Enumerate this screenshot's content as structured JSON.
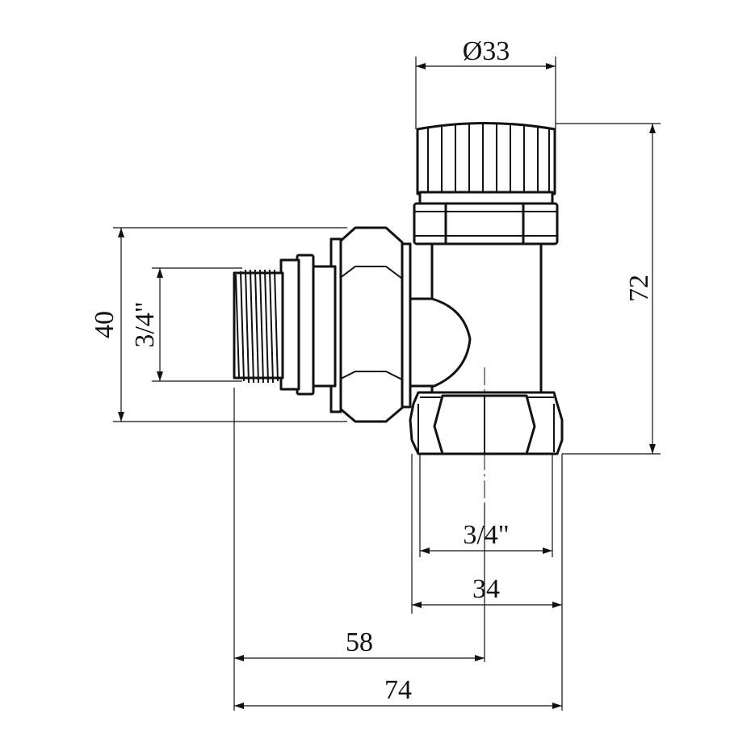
{
  "drawing": {
    "subject": "angle radiator valve",
    "colors": {
      "line": "#111111",
      "background": "#ffffff"
    }
  },
  "dimensions": {
    "cap_diameter": "Ø33",
    "overall_height": "72",
    "inlet_height": "40",
    "inlet_thread": "3/4\"",
    "outlet_thread": "3/4\"",
    "outlet_nut_width": "34",
    "axis_to_thread_end": "58",
    "overall_width": "74"
  }
}
